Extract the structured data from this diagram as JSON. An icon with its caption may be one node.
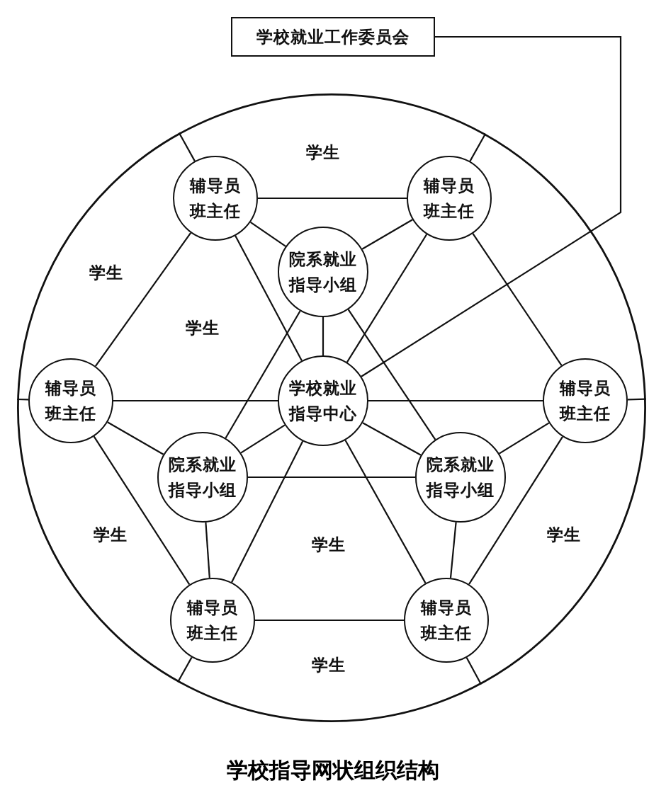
{
  "diagram": {
    "caption": "学校指导网状组织结构",
    "nodes": [
      {
        "text": [
          "学校就业工作委员会"
        ]
      },
      {
        "text": [],
        "shape": "circle"
      },
      {
        "text": [
          "辅导员班主任"
        ],
        "in": 1
      },
      {
        "text": [
          "辅导员班主任"
        ],
        "in": 1
      },
      {
        "text": [
          "院系就业指导小组"
        ],
        "in": 1
      },
      {
        "text": [
          "辅导员班主任"
        ],
        "in": 1
      },
      {
        "text": [
          "学校就业指导中心"
        ],
        "in": 1
      },
      {
        "text": [
          "辅导员班主任"
        ],
        "in": 1
      },
      {
        "text": [
          "院系就业指导小组"
        ],
        "in": 1
      },
      {
        "text": [
          "院系就业指导小组"
        ],
        "in": 1
      },
      {
        "text": [
          "辅导员班主任"
        ],
        "in": 1
      },
      {
        "text": [
          "辅导员班主任"
        ],
        "in": 1
      }
    ],
    "edges": [
      {
        "from": 0,
        "to": 6,
        "arrow": "none"
      },
      {
        "from": 2,
        "to": 1,
        "arrow": "none"
      },
      {
        "from": 3,
        "to": 1,
        "arrow": "none"
      },
      {
        "from": 2,
        "to": 3,
        "arrow": "none"
      },
      {
        "from": 2,
        "to": 4,
        "arrow": "none"
      },
      {
        "from": 3,
        "to": 4,
        "arrow": "none"
      },
      {
        "from": 2,
        "to": 5,
        "arrow": "none"
      },
      {
        "from": 2,
        "to": 6,
        "arrow": "none"
      },
      {
        "from": 3,
        "to": 6,
        "arrow": "none"
      },
      {
        "from": 3,
        "to": 7,
        "arrow": "none"
      },
      {
        "from": 4,
        "to": 6,
        "arrow": "none"
      },
      {
        "from": 4,
        "to": 8,
        "arrow": "none"
      },
      {
        "from": 4,
        "to": 9,
        "arrow": "none"
      },
      {
        "from": 5,
        "to": 1,
        "arrow": "none"
      },
      {
        "from": 7,
        "to": 1,
        "arrow": "none"
      },
      {
        "from": 5,
        "to": 6,
        "arrow": "none"
      },
      {
        "from": 6,
        "to": 7,
        "arrow": "none"
      },
      {
        "from": 5,
        "to": 8,
        "arrow": "none"
      },
      {
        "from": 6,
        "to": 8,
        "arrow": "none"
      },
      {
        "from": 6,
        "to": 9,
        "arrow": "none"
      },
      {
        "from": 7,
        "to": 9,
        "arrow": "none"
      },
      {
        "from": 8,
        "to": 9,
        "arrow": "none"
      },
      {
        "from": 5,
        "to": 10,
        "arrow": "none"
      },
      {
        "from": 8,
        "to": 10,
        "arrow": "none"
      },
      {
        "from": 6,
        "to": 10,
        "arrow": "none"
      },
      {
        "from": 6,
        "to": 11,
        "arrow": "none"
      },
      {
        "from": 9,
        "to": 11,
        "arrow": "none"
      },
      {
        "from": 7,
        "to": 11,
        "arrow": "none"
      },
      {
        "from": 10,
        "to": 11,
        "arrow": "none"
      },
      {
        "from": 10,
        "to": 1,
        "arrow": "none"
      },
      {
        "from": 11,
        "to": 1,
        "arrow": "none"
      }
    ],
    "labels": [
      "学生",
      "学生",
      "学生",
      "学生",
      "学生",
      "学生",
      "学生"
    ]
  }
}
